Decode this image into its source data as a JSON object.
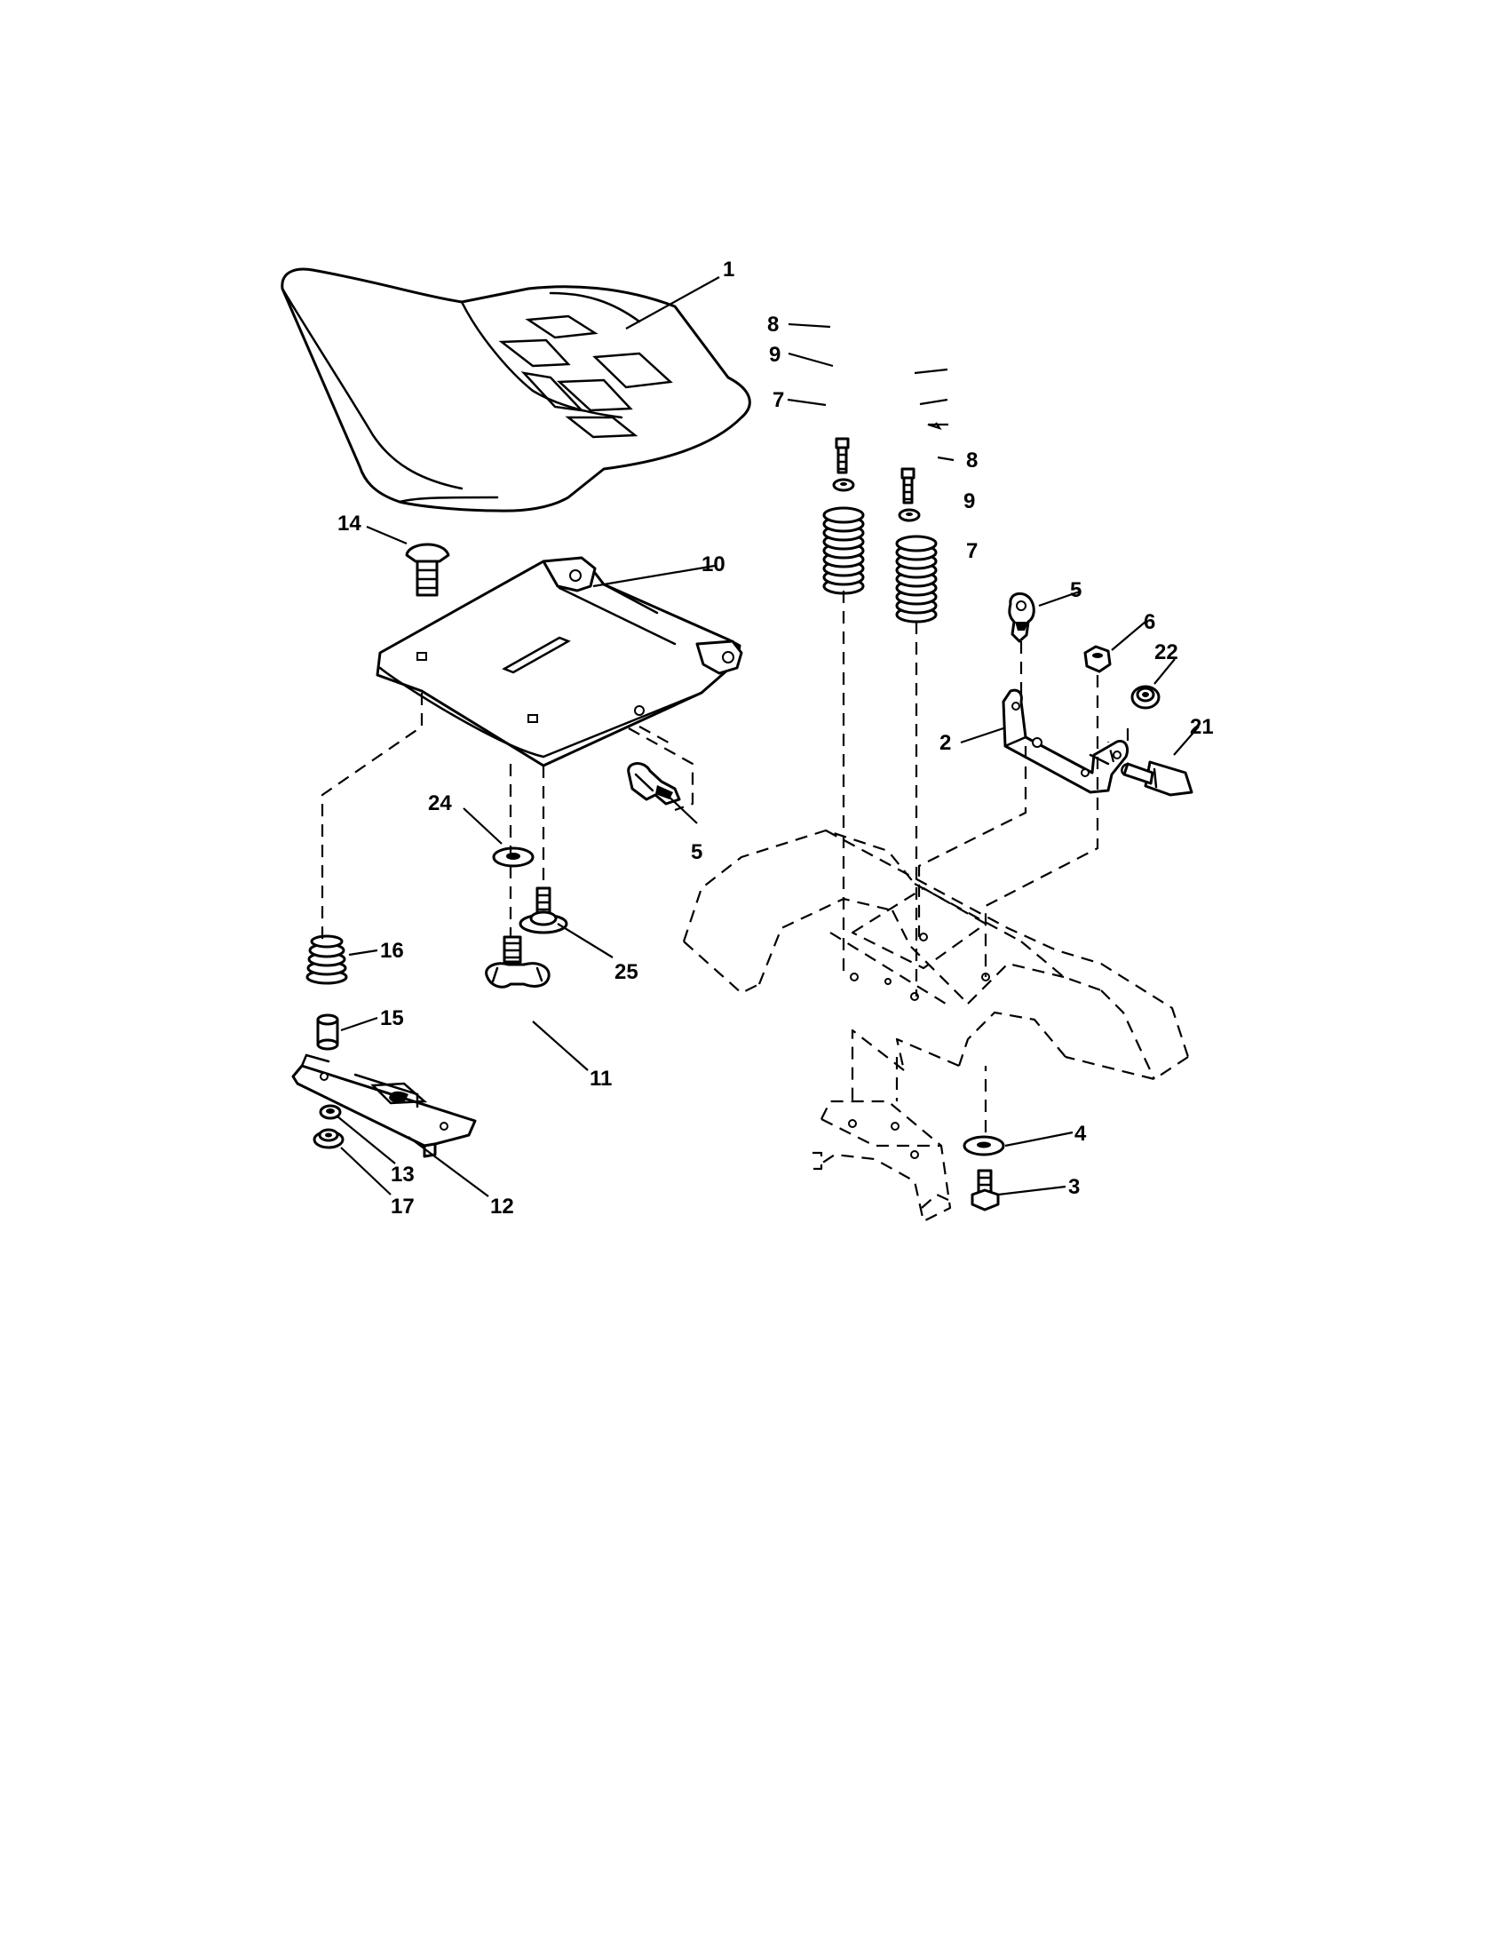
{
  "callouts": {
    "c1": "1",
    "c2": "2",
    "c3": "3",
    "c4": "4",
    "c5a": "5",
    "c5b": "5",
    "c6": "6",
    "c7a": "7",
    "c7b": "7",
    "c8a": "8",
    "c8b": "8",
    "c9a": "9",
    "c9b": "9",
    "c10": "10",
    "c11": "11",
    "c12": "12",
    "c13": "13",
    "c14": "14",
    "c15": "15",
    "c16": "16",
    "c17": "17",
    "c21": "21",
    "c22": "22",
    "c24": "24",
    "c25": "25"
  },
  "colors": {
    "line": "#000000",
    "background": "#ffffff"
  }
}
